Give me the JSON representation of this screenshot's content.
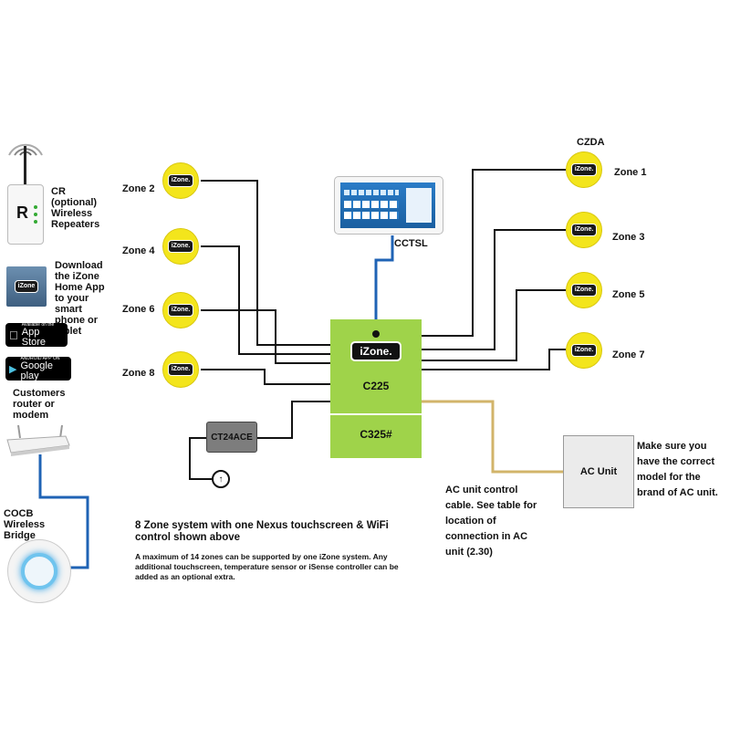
{
  "left_panel": {
    "repeater_label": "CR (optional) Wireless Repeaters",
    "repeater_letter": "R",
    "app_label": "Download the iZone Home App to your smart phone or tablet",
    "app_icon_text": "iZone",
    "app_store_small": "Available on the",
    "app_store_big": "App Store",
    "google_small": "ANDROID APP ON",
    "google_big": "Google play",
    "router_label": "Customers router or modem",
    "bridge_label": "COCB Wireless Bridge"
  },
  "zones_left": [
    {
      "label": "Zone 2",
      "badge": "iZone."
    },
    {
      "label": "Zone 4",
      "badge": "iZone."
    },
    {
      "label": "Zone 6",
      "badge": "iZone."
    },
    {
      "label": "Zone 8",
      "badge": "iZone."
    }
  ],
  "zones_right": [
    {
      "label": "Zone 1",
      "badge": "iZone."
    },
    {
      "label": "Zone 3",
      "badge": "iZone."
    },
    {
      "label": "Zone 5",
      "badge": "iZone."
    },
    {
      "label": "Zone 7",
      "badge": "iZone."
    }
  ],
  "czda_label": "CZDA",
  "touchscreen_label": "CCTSL",
  "controller": {
    "brand": "iZone.",
    "top_label": "C225",
    "bottom_label": "C325#"
  },
  "sensor_label": "CT24ACE",
  "ac_unit_label": "AC Unit",
  "ac_note": "Make sure you have the correct model for the brand of AC unit.",
  "cable_note": "AC unit control cable. See table for location of connection in AC unit (2.30)",
  "caption": {
    "headline": "8 Zone system with one Nexus touchscreen & WiFi control shown above",
    "body": "A maximum of 14 zones can be supported by one iZone system. Any additional touchscreen, temperature sensor or iSense controller can be added as an optional extra."
  },
  "colors": {
    "zone_yellow": "#f3e51c",
    "controller_green": "#9fd34a",
    "wire_black": "#111111",
    "wire_blue": "#1f63b5",
    "wire_tan": "#d2b46a"
  }
}
